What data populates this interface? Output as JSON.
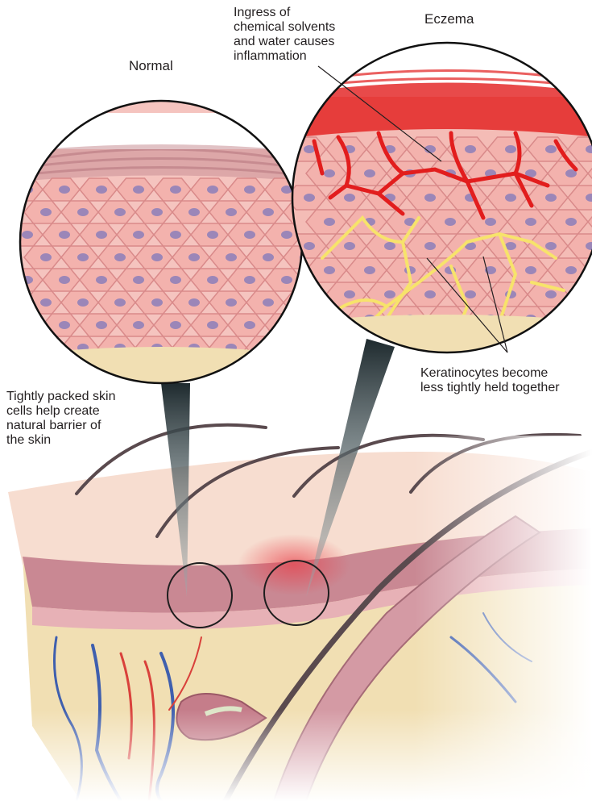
{
  "titles": {
    "normal": "Normal",
    "eczema": "Eczema"
  },
  "annotations": {
    "ingress": "Ingress of\nchemical solvents\nand water causes\ninflammation",
    "tight_cells": "Tightly packed skin\ncells help create\nnatural barrier of\nthe skin",
    "keratinocytes": "Keratinocytes become\nless tightly held together"
  },
  "colors": {
    "cell_fill": "#f3b2ad",
    "cell_edge": "#d98a8a",
    "nucleus": "#9b86b8",
    "inflammation_red": "#e21d1d",
    "gap_yellow": "#f7e36b",
    "dermis": "#f1dfb3",
    "epidermis": "#c98893",
    "hair": "#5a4a4e",
    "vein_blue": "#3f5fae",
    "artery_red": "#d9413b"
  }
}
